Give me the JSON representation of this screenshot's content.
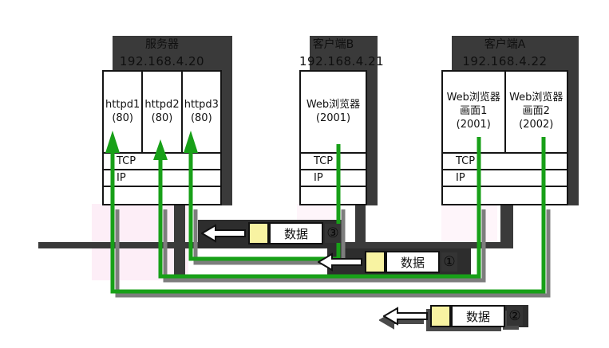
{
  "colors": {
    "green": "#18a018",
    "line-shadow": "#7d7d7d",
    "structure": "#3a3a3a",
    "slab": "#2d2d2d",
    "packet-yellow": "#f8f3a2",
    "pink": "#fdeef7",
    "box-border": "#141414",
    "label-text": "#0f0f0f"
  },
  "hosts": {
    "server": {
      "title": "服务器",
      "ip": "192.168.4.20",
      "processes": [
        {
          "name": "httpd1",
          "port": "(80)"
        },
        {
          "name": "httpd2",
          "port": "(80)"
        },
        {
          "name": "httpd3",
          "port": "(80)"
        }
      ],
      "layers": [
        "TCP",
        "IP"
      ]
    },
    "client_b": {
      "title": "客户端B",
      "ip": "192.168.4.21",
      "processes": [
        {
          "name": "Web浏览器",
          "port": "(2001)"
        }
      ],
      "layers": [
        "TCP",
        "IP"
      ]
    },
    "client_a": {
      "title": "客户端A",
      "ip": "192.168.4.22",
      "processes": [
        {
          "name": "Web浏览器",
          "screen": "画面1",
          "port": "(2001)"
        },
        {
          "name": "Web浏览器",
          "screen": "画面2",
          "port": "(2002)"
        }
      ],
      "layers": [
        "TCP",
        "IP"
      ]
    }
  },
  "packets": [
    {
      "label": "数据",
      "badge": "③"
    },
    {
      "label": "数据",
      "badge": "①"
    },
    {
      "label": "数据",
      "badge": "②"
    }
  ]
}
